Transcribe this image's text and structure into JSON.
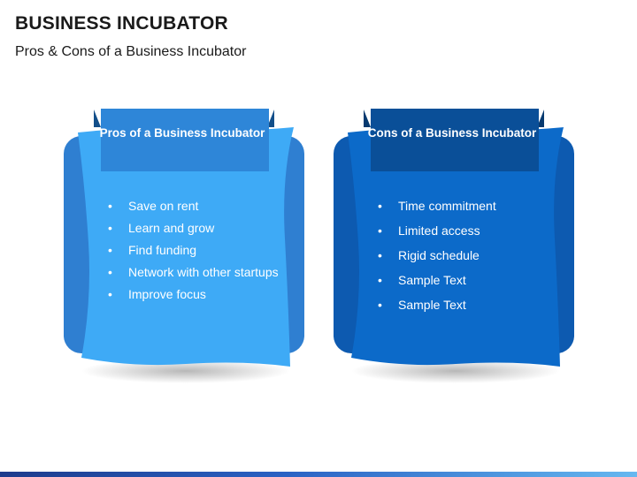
{
  "title": "BUSINESS INCUBATOR",
  "subtitle": "Pros & Cons of a Business Incubator",
  "colors": {
    "pros_back": "#2f7fd1",
    "pros_front": "#3eaaf6",
    "pros_header": "#2e86d8",
    "pros_fold": "#134f8a",
    "cons_back": "#0d5ab0",
    "cons_front": "#0c6ac9",
    "cons_header": "#0a4f98",
    "cons_fold": "#073a70"
  },
  "pros": {
    "header": "Pros of a Business Incubator",
    "items": [
      "Save on rent",
      "Learn and grow",
      "Find funding",
      "Network with other startups",
      "Improve focus"
    ]
  },
  "cons": {
    "header": "Cons of a Business Incubator",
    "items": [
      "Time commitment",
      "Limited access",
      "Rigid schedule",
      "Sample Text",
      "Sample Text"
    ]
  },
  "bullet": "•"
}
